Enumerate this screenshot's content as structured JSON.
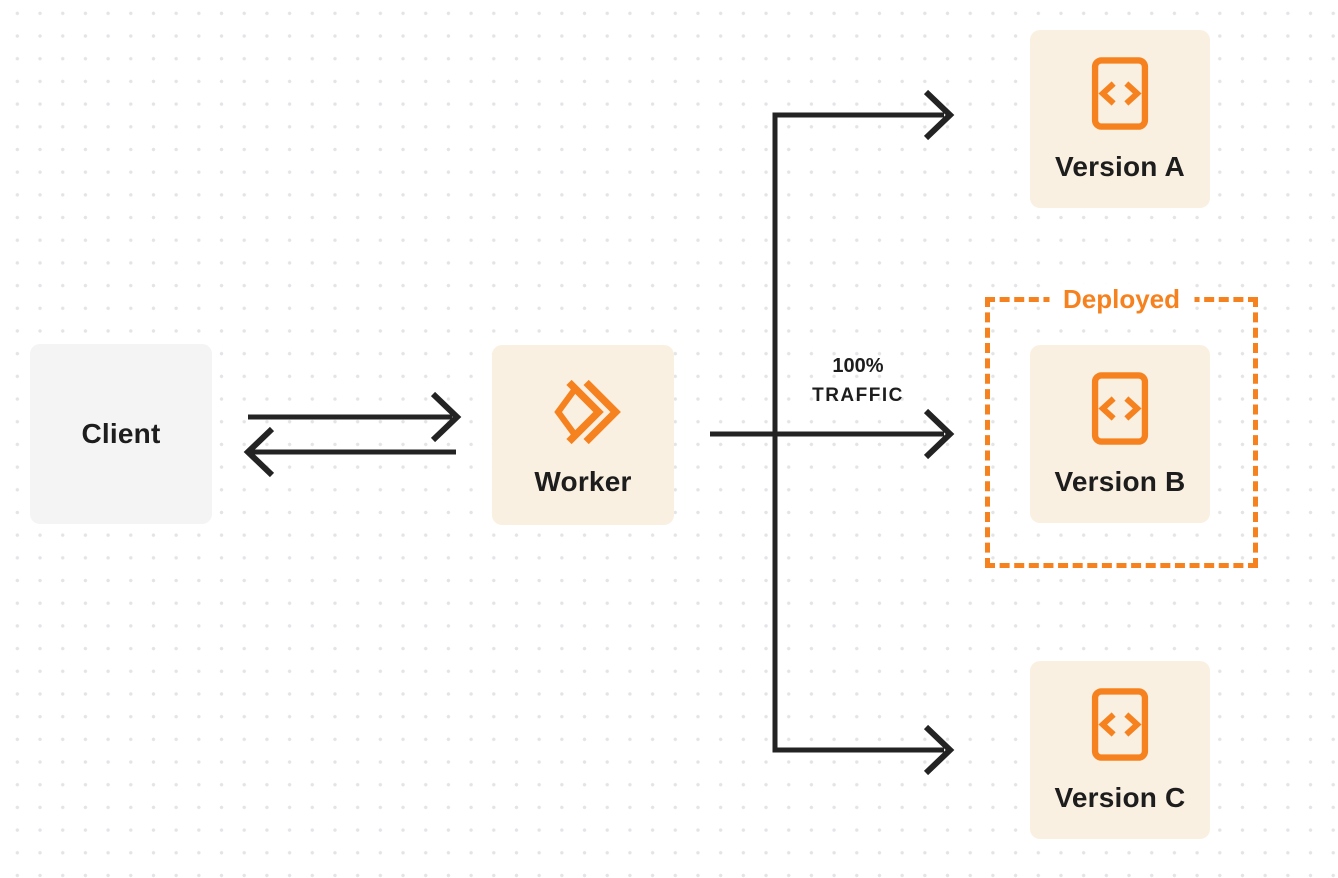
{
  "diagram": {
    "nodes": {
      "client": {
        "label": "Client"
      },
      "worker": {
        "label": "Worker"
      },
      "version_a": {
        "label": "Version A"
      },
      "version_b": {
        "label": "Version B"
      },
      "version_c": {
        "label": "Version C"
      }
    },
    "labels": {
      "deployed": "Deployed",
      "traffic_line1": "100%",
      "traffic_line2": "TRAFFIC"
    },
    "icons": {
      "worker_icon": "cloudflare-workers-logo",
      "version_icon": "code-file-icon"
    }
  },
  "colors": {
    "orange": "#F6821F",
    "cream": "#FAF0E1",
    "client_gray": "#F4F4F5",
    "ink": "#232323",
    "label_text": "#1D1D1D",
    "dot": "#E4E4E7",
    "page_bg": "#FFFFFF"
  }
}
